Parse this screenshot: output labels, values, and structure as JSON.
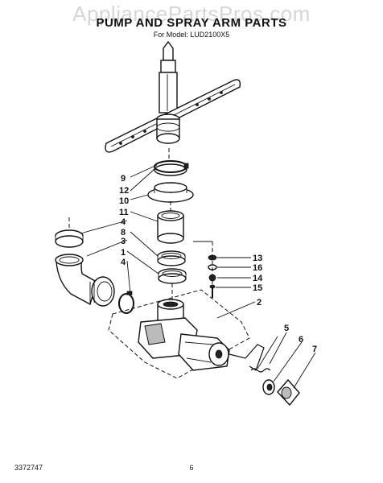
{
  "watermark": "AppliancePartsPros.com",
  "title": "PUMP AND SPRAY ARM PARTS",
  "model": "For Model: LUD2100X5",
  "footer": {
    "doc_number": "3372747",
    "page": "6"
  },
  "callouts": [
    "9",
    "12",
    "10",
    "11",
    "4",
    "8",
    "3",
    "1",
    "4",
    "13",
    "16",
    "14",
    "15",
    "2",
    "5",
    "6",
    "7"
  ]
}
